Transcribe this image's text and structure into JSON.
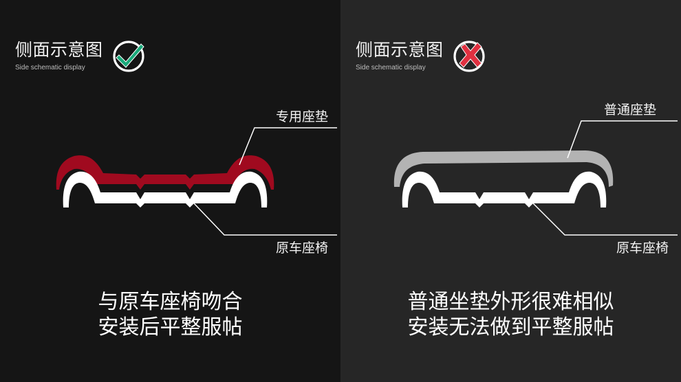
{
  "left": {
    "title": "侧面示意图",
    "subtitle": "Side schematic display",
    "badge_icon": "check-circle-icon",
    "badge_color": "#1aa97a",
    "top_label": "专用座垫",
    "bottom_label": "原车座椅",
    "caption_line1": "与原车座椅吻合",
    "caption_line2": "安装后平整服帖",
    "cushion_color": "#a00a1f"
  },
  "right": {
    "title": "侧面示意图",
    "subtitle": "Side schematic display",
    "badge_icon": "cross-circle-icon",
    "badge_color": "#e03040",
    "top_label": "普通座垫",
    "bottom_label": "原车座椅",
    "caption_line1": "普通坐垫外形很难相似",
    "caption_line2": "安装无法做到平整服帖",
    "cushion_color": "#b3b3b3"
  }
}
